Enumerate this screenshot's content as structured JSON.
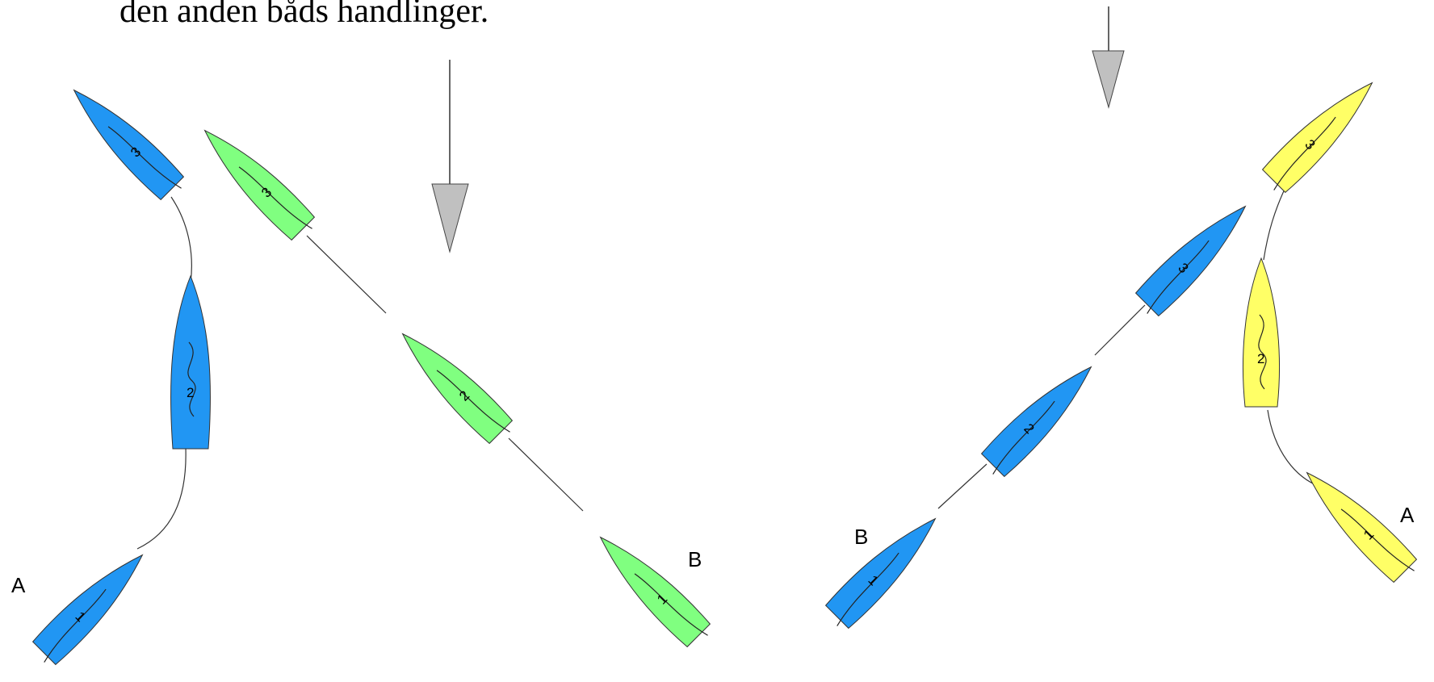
{
  "caption": "den anden båds handlinger.",
  "colors": {
    "blue": "#2196f3",
    "green": "#80ff80",
    "yellow": "#ffff66",
    "wind": "#c0c0c0"
  },
  "left_scene": {
    "label_a": "A",
    "label_b": "B",
    "blue": [
      "1",
      "2",
      "3"
    ],
    "green": [
      "1",
      "2",
      "3"
    ]
  },
  "right_scene": {
    "label_a": "A",
    "label_b": "B",
    "blue": [
      "1",
      "2",
      "3"
    ],
    "yellow": [
      "1",
      "2",
      "3"
    ]
  },
  "wind_icons": [
    "arrow-down-icon",
    "arrow-down-icon"
  ]
}
